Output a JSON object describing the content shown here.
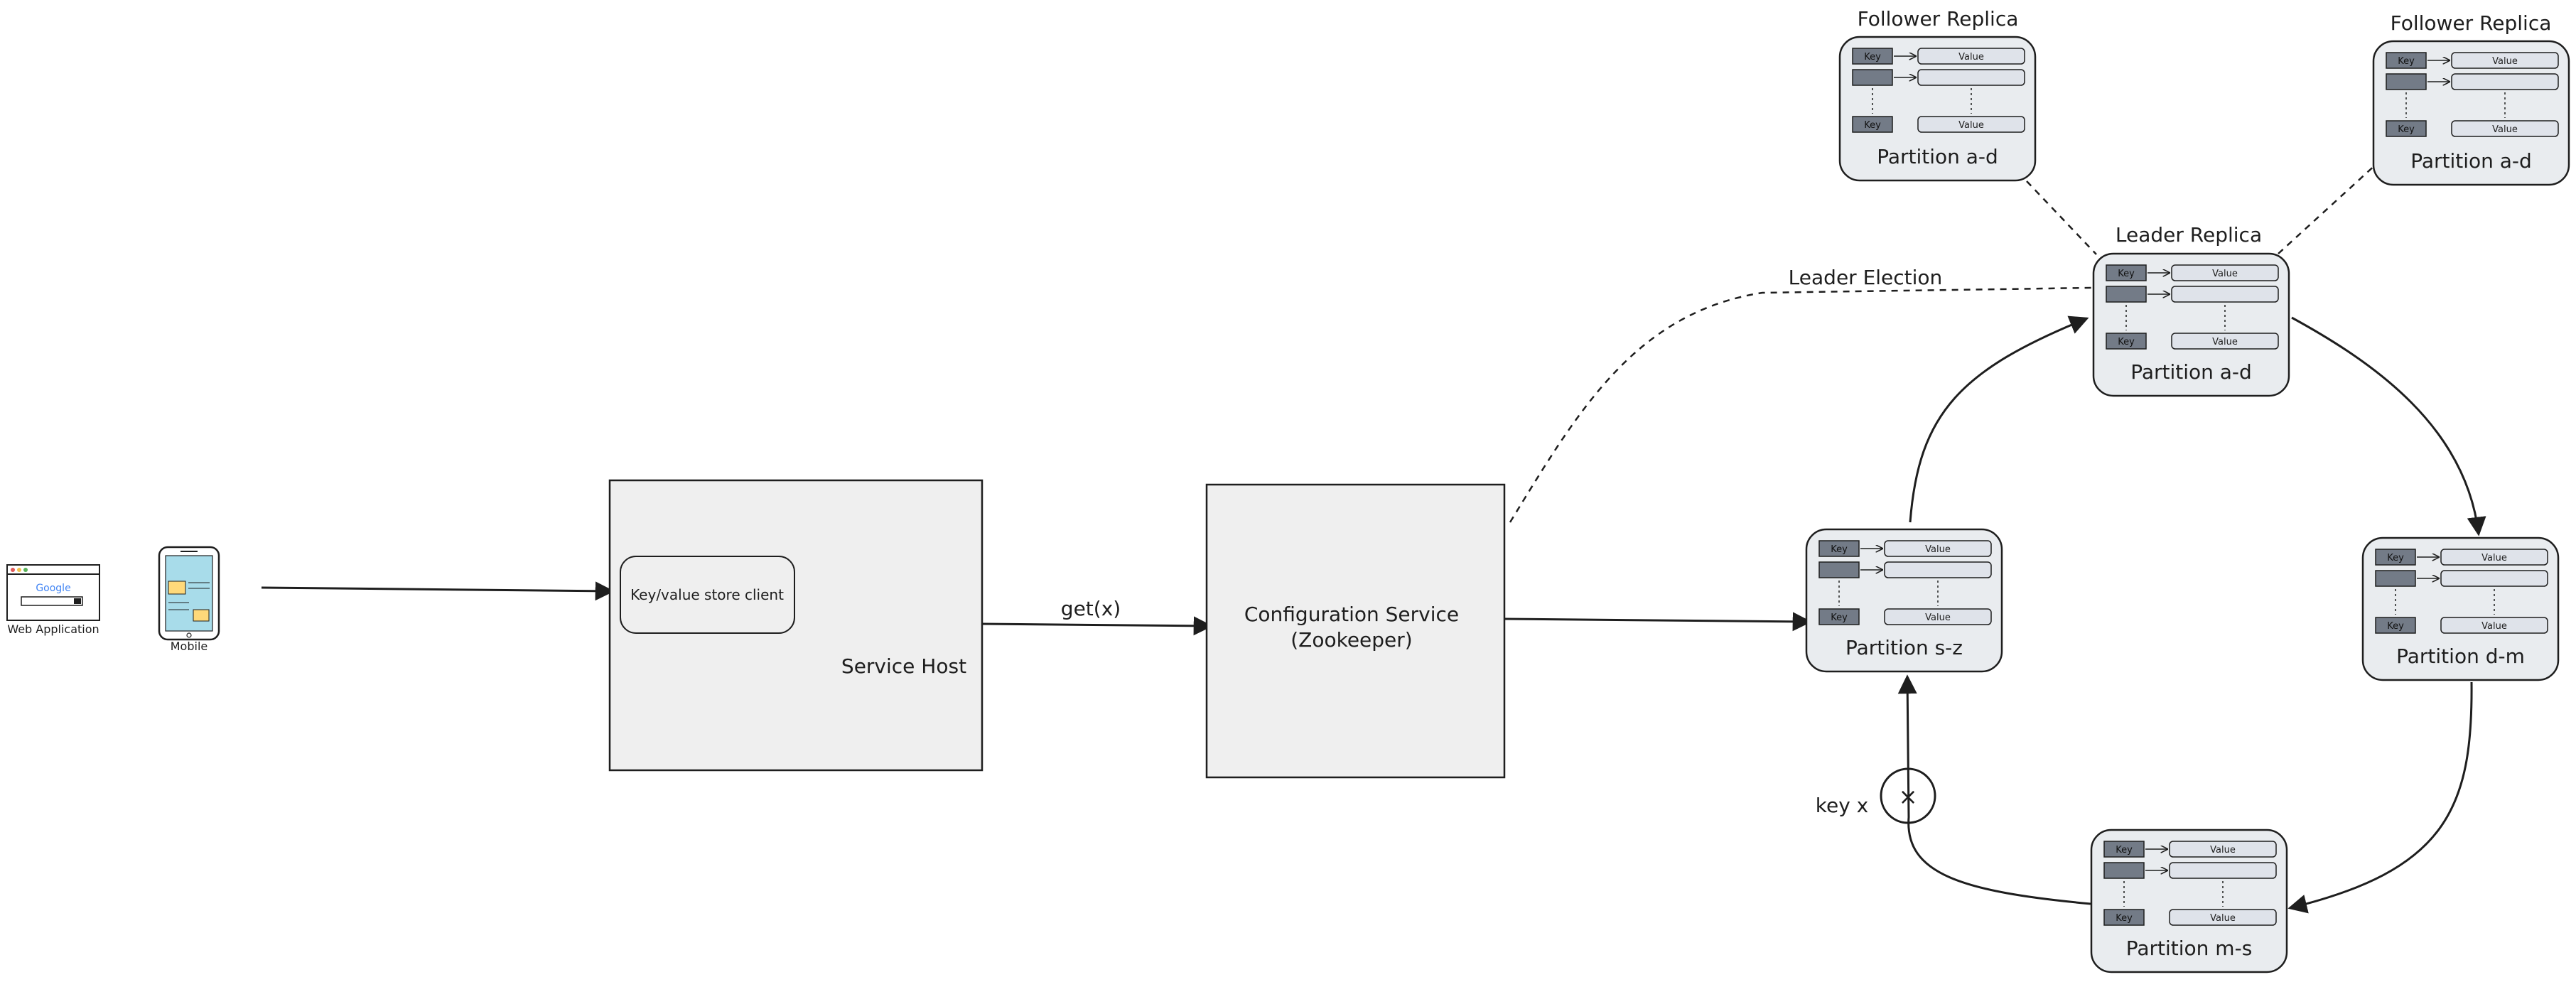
{
  "clients": {
    "web": {
      "label": "Web Application",
      "brand": "Google",
      "icon": "browser-window-icon"
    },
    "mobile": {
      "label": "Mobile",
      "icon": "mobile-phone-icon"
    }
  },
  "service_host": {
    "label": "Service Host",
    "client_label": "Key/value store client"
  },
  "edge_get": {
    "label": "get(x)"
  },
  "config_service": {
    "line1": "Configuration Service",
    "line2": "(Zookeeper)"
  },
  "leader_election": {
    "label": "Leader Election"
  },
  "key_x": {
    "label": "key x",
    "marker": "×"
  },
  "cell_labels": {
    "key": "Key",
    "value": "Value"
  },
  "partitions": [
    {
      "id": "follower_left",
      "caption": "Partition a-d",
      "role": "Follower Replica"
    },
    {
      "id": "follower_right",
      "caption": "Partition a-d",
      "role": "Follower Replica"
    },
    {
      "id": "leader",
      "caption": "Partition a-d",
      "role": "Leader Replica"
    },
    {
      "id": "s_z",
      "caption": "Partition s-z",
      "role": ""
    },
    {
      "id": "d_m",
      "caption": "Partition d-m",
      "role": ""
    },
    {
      "id": "m_s",
      "caption": "Partition m-s",
      "role": ""
    }
  ],
  "colors": {
    "stroke": "#1e1e1e",
    "box_fill": "#efefef",
    "partition_fill": "#e9ecef",
    "key_fill": "#737b87",
    "value_fill": "#dfe3ea",
    "phone_screen": "#a8dcea",
    "phone_card": "#ffd97a"
  }
}
